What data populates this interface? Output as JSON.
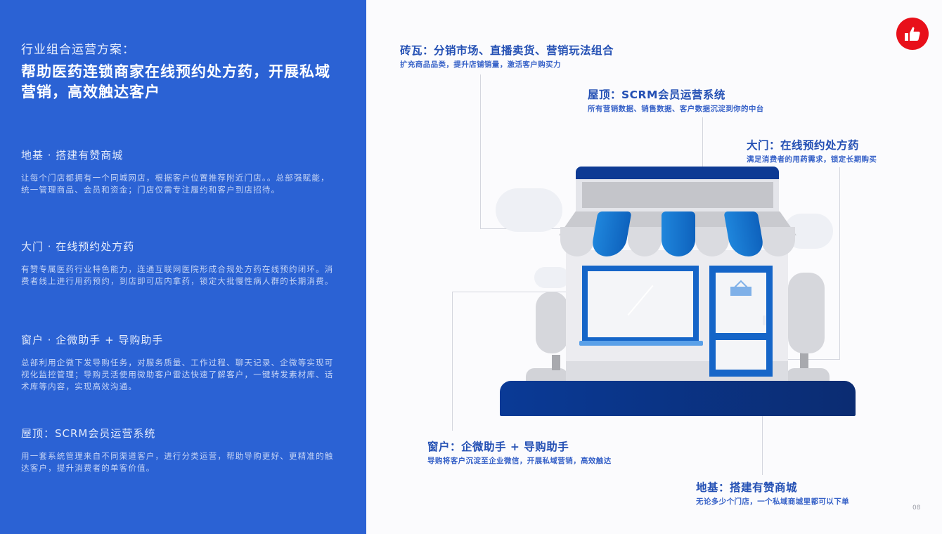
{
  "left_panel": {
    "kicker": "行业组合运营方案：",
    "headline": "帮助医药连锁商家在线预约处方药，开展私域营销，高效触达客户",
    "sections": [
      {
        "title": "地基 · 搭建有赞商城",
        "body": "让每个门店都拥有一个同城网店，根据客户位置推荐附近门店。。总部强赋能，统一管理商品、会员和资金；门店仅需专注履约和客户到店招待。"
      },
      {
        "title": "大门 · 在线预约处方药",
        "body": "有赞专属医药行业特色能力，连通互联网医院形成合规处方药在线预约闭环。消费者线上进行用药预约，到店即可店内拿药，锁定大批慢性病人群的长期消费。"
      },
      {
        "title": "窗户 · 企微助手 + 导购助手",
        "body": "总部利用企微下发导购任务，对服务质量、工作过程、聊天记录、企微等实现可视化监控管理；导购灵活使用微助客户雷达快速了解客户，一键转发素材库、话术库等内容，实现高效沟通。"
      },
      {
        "title": "屋顶：SCRM会员运营系统",
        "body": "用一套系统管理来自不同渠道客户，进行分类运营，帮助导购更好、更精准的触达客户，提升消费者的单客价值。"
      }
    ]
  },
  "callouts": {
    "tiles": {
      "title": "砖瓦：分销市场、直播卖货、营销玩法组合",
      "subtitle": "扩充商品品类，提升店铺销量，激活客户购买力"
    },
    "roof": {
      "title": "屋顶：SCRM会员运营系统",
      "subtitle": "所有营销数据、销售数据、客户数据沉淀到你的中台"
    },
    "door": {
      "title": "大门：在线预约处方药",
      "subtitle": "满足消费者的用药需求，锁定长期购买"
    },
    "window": {
      "title": "窗户：企微助手 + 导购助手",
      "subtitle": "导购将客户沉淀至企业微信，开展私域营销，高效触达"
    },
    "foundation": {
      "title": "地基：搭建有赞商城",
      "subtitle": "无论多少个门店，一个私域商城里都可以下单"
    }
  },
  "badge": {
    "icon": "thumbs-up-icon",
    "color": "#e8101a"
  },
  "page_number": "08",
  "colors": {
    "panel_blue": "#2b62d4",
    "callout_blue": "#2450b4",
    "navy": "#0d3a94",
    "accent_blue": "#1565c8"
  }
}
